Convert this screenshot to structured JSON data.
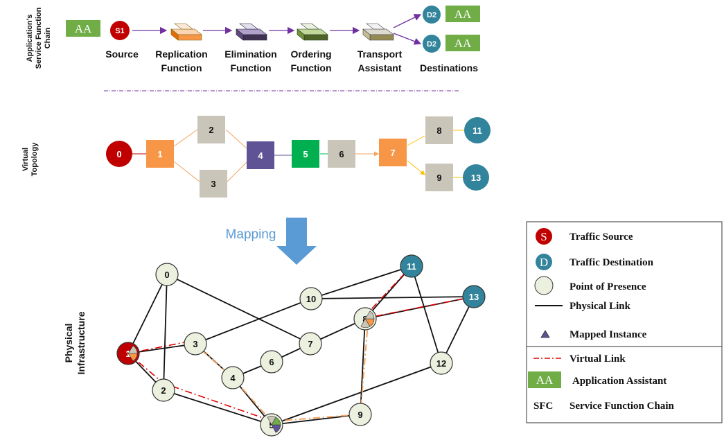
{
  "sfc": {
    "row_label_lines": [
      "Application's",
      "Service Function",
      "Chain"
    ],
    "aa": "AA",
    "source_badge": "S1",
    "dest_badge": "D2",
    "labels": {
      "source": [
        "Source"
      ],
      "replication": [
        "Replication",
        "Function"
      ],
      "elimination": [
        "Elimination",
        "Function"
      ],
      "ordering": [
        "Ordering",
        "Function"
      ],
      "transport": [
        "Transport",
        "Assistant"
      ],
      "destinations": [
        "Destinations"
      ]
    }
  },
  "virtual": {
    "row_label_lines": [
      "Virtual",
      "Topology"
    ],
    "nodes": [
      {
        "id": "0",
        "shape": "circle",
        "color": "#c00000",
        "text_color": "#ffffff"
      },
      {
        "id": "1",
        "shape": "square",
        "color": "#f79646",
        "text_color": "#ffffff"
      },
      {
        "id": "2",
        "shape": "square",
        "color": "#c9c5b8",
        "text_color": "#111111"
      },
      {
        "id": "3",
        "shape": "square",
        "color": "#c9c5b8",
        "text_color": "#111111"
      },
      {
        "id": "4",
        "shape": "square",
        "color": "#5f5395",
        "text_color": "#ffffff"
      },
      {
        "id": "5",
        "shape": "square",
        "color": "#00b050",
        "text_color": "#ffffff"
      },
      {
        "id": "6",
        "shape": "square",
        "color": "#c9c5b8",
        "text_color": "#111111"
      },
      {
        "id": "7",
        "shape": "square",
        "color": "#f79646",
        "text_color": "#ffffff"
      },
      {
        "id": "8",
        "shape": "square",
        "color": "#c9c5b8",
        "text_color": "#111111"
      },
      {
        "id": "9",
        "shape": "square",
        "color": "#c9c5b8",
        "text_color": "#111111"
      },
      {
        "id": "11",
        "shape": "circle",
        "color": "#31849b",
        "text_color": "#ffffff"
      },
      {
        "id": "13",
        "shape": "circle",
        "color": "#31849b",
        "text_color": "#ffffff"
      }
    ]
  },
  "mapping_label": "Mapping",
  "physical": {
    "row_label_lines": [
      "Physical",
      "Infrastructure"
    ],
    "nodes": [
      {
        "id": "0",
        "role": "pop"
      },
      {
        "id": "1",
        "role": "source"
      },
      {
        "id": "2",
        "role": "pop"
      },
      {
        "id": "3",
        "role": "pop"
      },
      {
        "id": "4",
        "role": "pop"
      },
      {
        "id": "5",
        "role": "pop"
      },
      {
        "id": "6",
        "role": "pop"
      },
      {
        "id": "7",
        "role": "pop"
      },
      {
        "id": "8",
        "role": "pop"
      },
      {
        "id": "9",
        "role": "pop"
      },
      {
        "id": "10",
        "role": "pop"
      },
      {
        "id": "11",
        "role": "destination"
      },
      {
        "id": "12",
        "role": "pop"
      },
      {
        "id": "13",
        "role": "destination"
      }
    ],
    "links": [
      [
        "0",
        "1"
      ],
      [
        "0",
        "2"
      ],
      [
        "0",
        "7"
      ],
      [
        "1",
        "2"
      ],
      [
        "1",
        "3"
      ],
      [
        "3",
        "4"
      ],
      [
        "3",
        "10"
      ],
      [
        "2",
        "5"
      ],
      [
        "4",
        "5"
      ],
      [
        "4",
        "6"
      ],
      [
        "6",
        "7"
      ],
      [
        "7",
        "8"
      ],
      [
        "5",
        "9"
      ],
      [
        "5",
        "12"
      ],
      [
        "8",
        "9"
      ],
      [
        "8",
        "11"
      ],
      [
        "8",
        "13"
      ],
      [
        "10",
        "11"
      ],
      [
        "10",
        "13"
      ],
      [
        "11",
        "12"
      ],
      [
        "12",
        "13"
      ]
    ]
  },
  "legend": {
    "items": [
      {
        "key": "source",
        "glyph": "S",
        "label": "Traffic Source"
      },
      {
        "key": "destination",
        "glyph": "D",
        "label": "Traffic Destination"
      },
      {
        "key": "pop",
        "label": "Point of Presence"
      },
      {
        "key": "physical",
        "label": "Physical Link"
      },
      {
        "key": "mapped",
        "label": "Mapped Instance"
      },
      {
        "key": "virtual",
        "label": "Virtual Link"
      },
      {
        "key": "aa",
        "glyph": "AA",
        "label": "Application Assistant"
      },
      {
        "key": "sfc",
        "glyph": "SFC",
        "label": "Service Function Chain"
      }
    ]
  },
  "colors": {
    "source_red": "#c00000",
    "dest_blue": "#31849b",
    "pop_fill": "#ebf1de",
    "aa_green": "#70ad47",
    "virtual_link_red": "#e00000",
    "virtual_link_orange": "#f4a460",
    "mapping_arrow": "#5b9bd5",
    "sfc_arrow": "#7030a0"
  }
}
